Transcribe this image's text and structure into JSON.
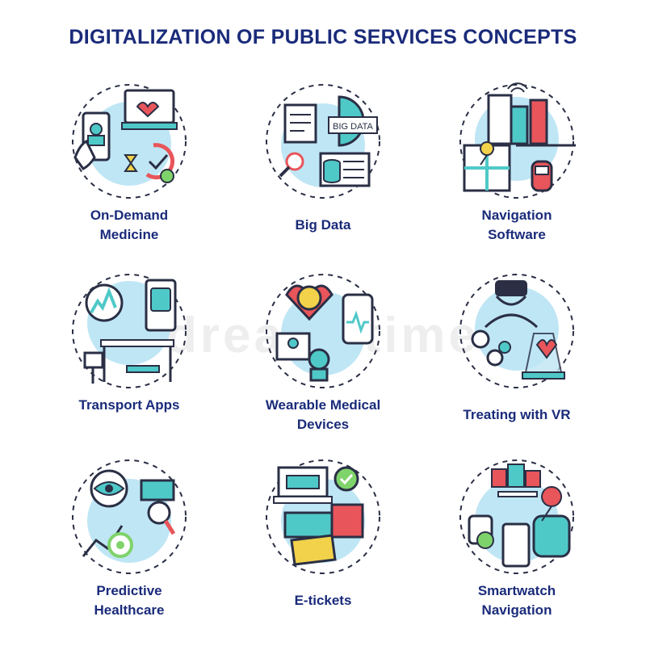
{
  "title": "DIGITALIZATION OF PUBLIC SERVICES CONCEPTS",
  "watermark": "dreamstime",
  "colors": {
    "navy": "#1a2b7a",
    "stroke": "#2a2f45",
    "circle": "#bfe6f5",
    "accent_teal": "#4fc9c8",
    "accent_red": "#e8555a",
    "accent_yellow": "#f2d24b",
    "accent_green": "#7fd36b"
  },
  "concepts": [
    {
      "id": "on-demand-medicine",
      "line1": "On-Demand",
      "line2": "Medicine",
      "icon": "phone-doctor-heart-hourglass-icon"
    },
    {
      "id": "big-data",
      "line1": "Big Data",
      "line2": "",
      "icon": "big-data-database-icon",
      "badge": "BIG DATA"
    },
    {
      "id": "navigation-software",
      "line1": "Navigation",
      "line2": "Software",
      "icon": "city-map-car-icon"
    },
    {
      "id": "transport-apps",
      "line1": "Transport Apps",
      "line2": "",
      "icon": "bus-stop-app-icon"
    },
    {
      "id": "wearable-medical-devices",
      "line1": "Wearable Medical",
      "line2": "Devices",
      "icon": "smartwatch-heart-monitor-icon"
    },
    {
      "id": "treating-with-vr",
      "line1": "Treating with VR",
      "line2": "",
      "icon": "vr-headset-heart-hologram-icon"
    },
    {
      "id": "predictive-healthcare",
      "line1": "Predictive",
      "line2": "Healthcare",
      "icon": "eye-gear-chart-magnifier-icon"
    },
    {
      "id": "e-tickets",
      "line1": "E-tickets",
      "line2": "",
      "icon": "laptop-ticket-checkmark-icon"
    },
    {
      "id": "smartwatch-navigation",
      "line1": "Smartwatch",
      "line2": "Navigation",
      "icon": "watch-phone-map-pin-icon"
    }
  ]
}
